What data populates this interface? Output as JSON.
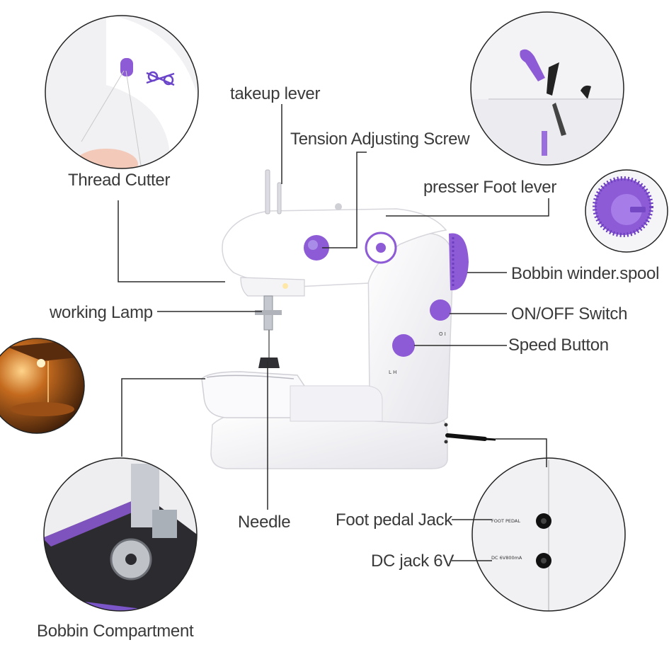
{
  "labels": {
    "thread_cutter": "Thread Cutter",
    "takeup_lever": "takeup lever",
    "tension_screw": "Tension Adjusting Screw",
    "presser_foot_lever": "presser Foot lever",
    "bobbin_winder": "Bobbin winder.spool",
    "working_lamp": "working Lamp",
    "on_off_switch": "ON/OFF Switch",
    "speed_button": "Speed Button",
    "needle": "Needle",
    "foot_pedal_jack": "Foot pedal Jack",
    "dc_jack": "DC jack 6V",
    "bobbin_compartment": "Bobbin Compartment"
  },
  "jack_panel": {
    "foot_pedal_text": "FOOT PEDAL",
    "dc_text": "DC 6V800mA"
  },
  "switch_marks": {
    "power": "O  I",
    "speed": "L  H"
  },
  "colors": {
    "accent_purple": "#8e5bd6",
    "leader_line": "#2b2b2b",
    "machine_body": "#f2f2f6",
    "label_text": "#3a3a3a"
  }
}
